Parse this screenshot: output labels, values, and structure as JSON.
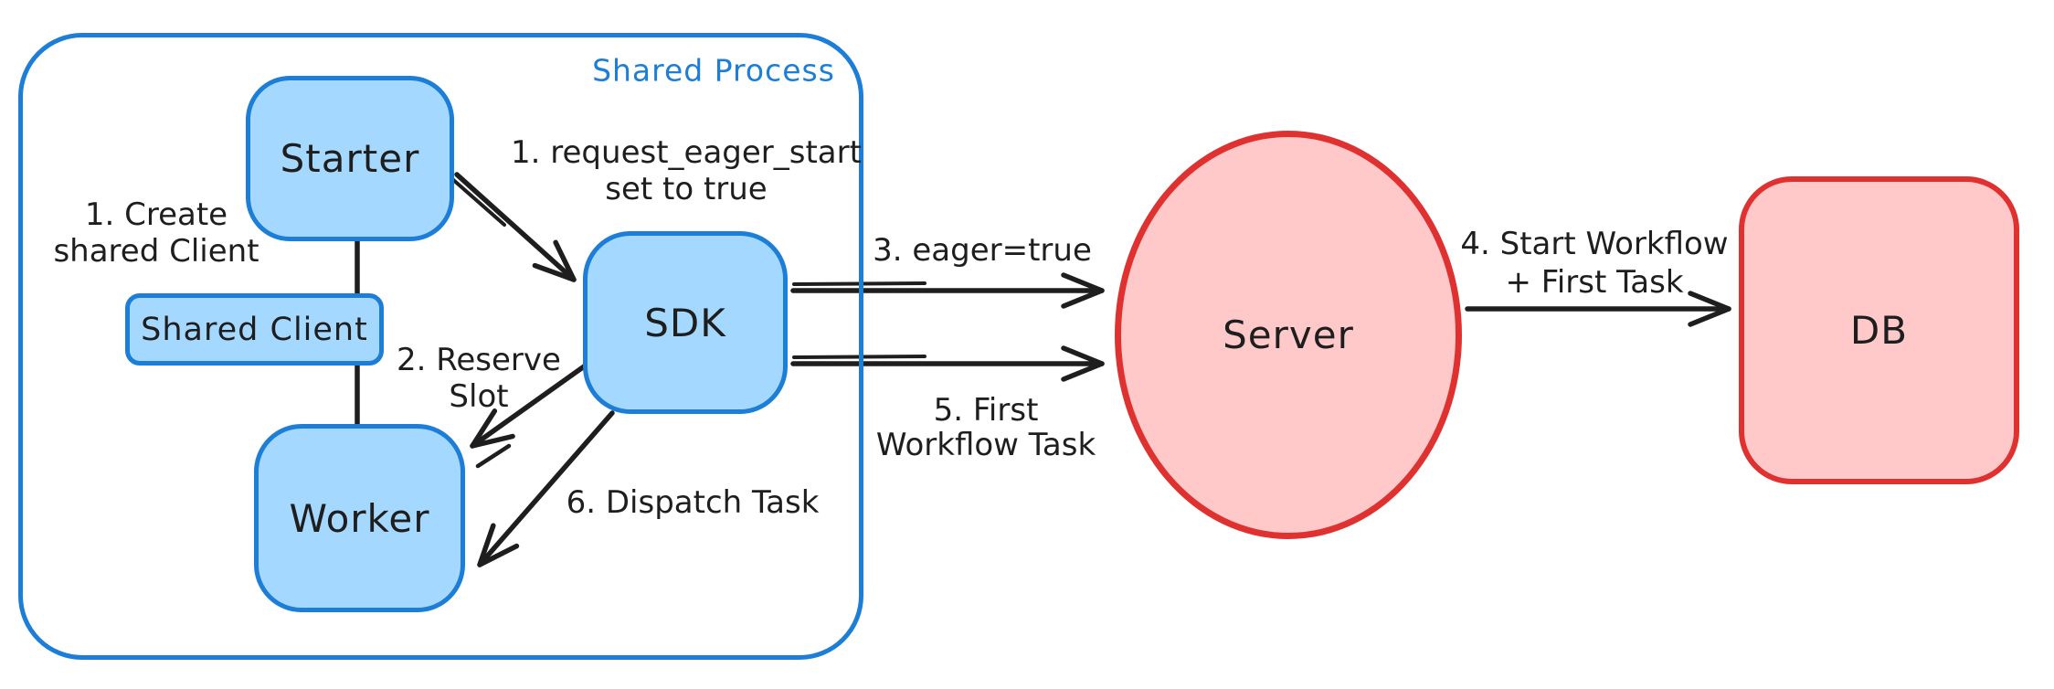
{
  "shared_process": {
    "label": "Shared Process"
  },
  "nodes": {
    "starter": "Starter",
    "shared_client": "Shared Client",
    "worker": "Worker",
    "sdk": "SDK",
    "server": "Server",
    "db": "DB"
  },
  "annotations": {
    "create_client": {
      "line1": "1. Create",
      "line2": "shared Client"
    },
    "request_eager": {
      "line1": "1. request_eager_start",
      "line2": "set to true"
    },
    "reserve": {
      "line1": "2. Reserve",
      "line2": "Slot"
    },
    "dispatch": "6. Dispatch Task",
    "eager_true": "3. eager=true",
    "first_wft": {
      "line1": "5. First",
      "line2": "Workflow Task"
    },
    "start_workflow": {
      "line1": "4. Start Workflow",
      "line2": "+ First Task"
    }
  },
  "colors": {
    "blue_stroke": "#1c7ed6",
    "blue_fill": "#a5d8ff",
    "red_stroke": "#e03131",
    "red_fill": "#ffc9c9",
    "ink": "#1e1e1e",
    "background": "#ffffff"
  }
}
